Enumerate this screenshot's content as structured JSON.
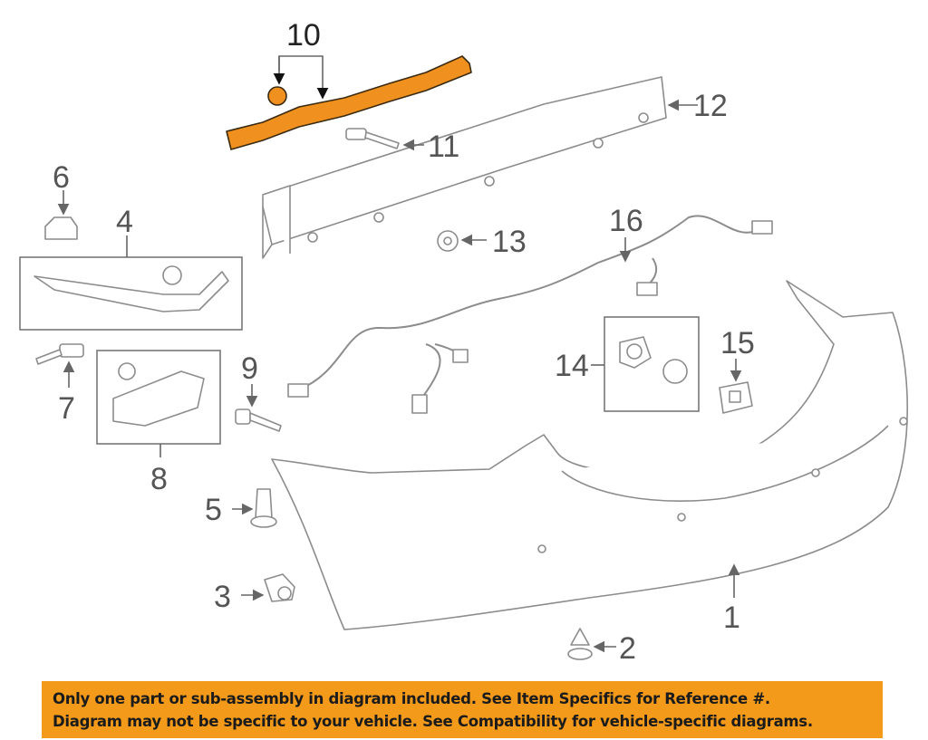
{
  "diagram": {
    "callouts": {
      "c1": "1",
      "c2": "2",
      "c3": "3",
      "c4": "4",
      "c5": "5",
      "c6": "6",
      "c7": "7",
      "c8": "8",
      "c9": "9",
      "c10": "10",
      "c11": "11",
      "c12": "12",
      "c13": "13",
      "c14": "14",
      "c15": "15",
      "c16": "16"
    },
    "highlight_color": "#f0901e"
  },
  "banner": {
    "line1": "Only one part or sub-assembly in diagram included. See Item Specifics for Reference #.",
    "line2": "Diagram may not be specific to your vehicle. See Compatibility for vehicle-specific diagrams.",
    "color": "#f39a1a"
  }
}
